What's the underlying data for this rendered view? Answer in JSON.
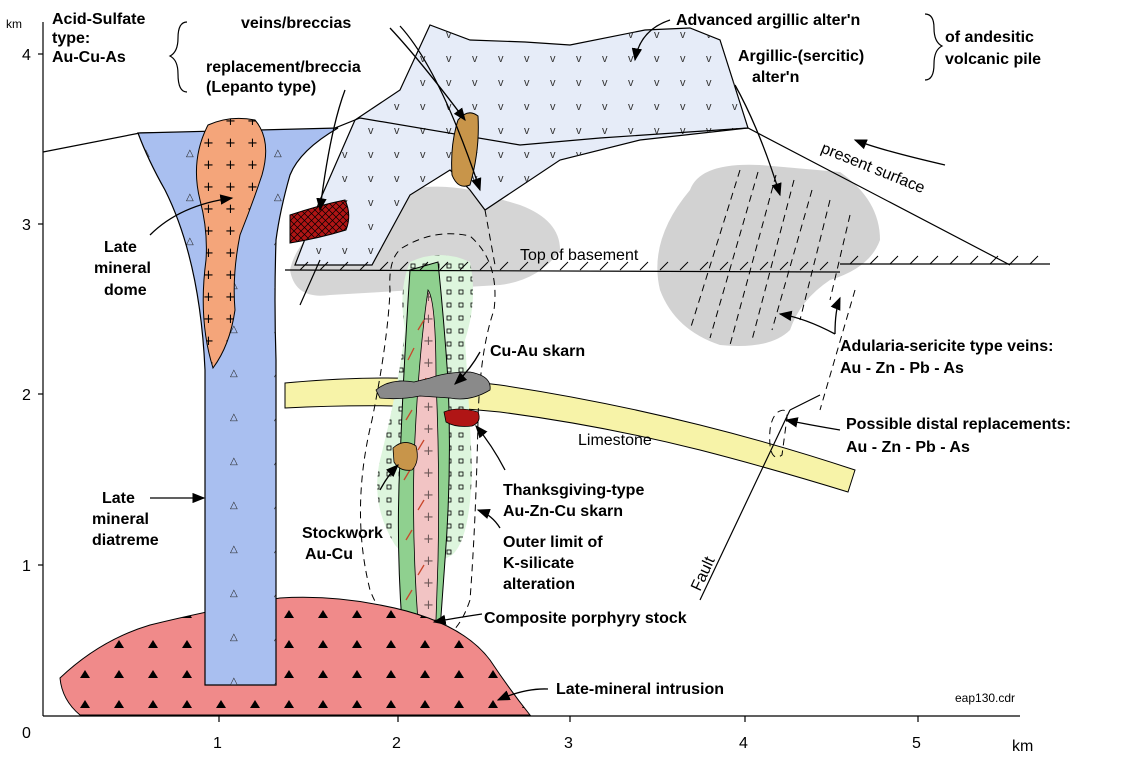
{
  "colors": {
    "acid_sulfate_zone": "#E6ECF8",
    "diatreme": "#A9BFF0",
    "dome": "#F4A57A",
    "replacement": "#B01515",
    "limestone": "#F7F3A8",
    "porphyry_stock": "#8FD08F",
    "stock_core": "#F2C4C4",
    "k_silicate_halo": "#DDF5DD",
    "intrusion": "#F08A8A",
    "skarn": "#8A8A8A",
    "adularia_zone": "#D2D2D2",
    "veins": "#C8954A"
  },
  "axes": {
    "y_unit": "km",
    "x_unit": "km",
    "origin": "0",
    "x_ticks": [
      "1",
      "2",
      "3",
      "4",
      "5"
    ],
    "y_ticks": [
      "1",
      "2",
      "3",
      "4"
    ]
  },
  "labels": {
    "acid_sulfate": [
      "Acid-Sulfate",
      "type:",
      "Au-Cu-As"
    ],
    "veins_breccias": "veins/breccias",
    "replacement_breccia": [
      "replacement/breccia",
      "(Lepanto type)"
    ],
    "advanced_argillic": "Advanced argillic alter'n",
    "andesitic_pile": [
      "of andesitic",
      "volcanic pile"
    ],
    "argillic": [
      "Argillic-(sercitic)",
      "alter'n"
    ],
    "present_surface": "present surface",
    "top_basement": "Top of basement",
    "late_mineral_dome": [
      "Late",
      "mineral",
      "dome"
    ],
    "cu_au_skarn": "Cu-Au skarn",
    "adularia_veins": [
      "Adularia-sericite type veins:",
      "Au - Zn - Pb - As"
    ],
    "distal_replacements": [
      "Possible distal replacements:",
      "Au - Zn - Pb - As"
    ],
    "limestone": "Limestone",
    "thanksgiving": [
      "Thanksgiving-type",
      "Au-Zn-Cu skarn"
    ],
    "late_mineral_diatreme": [
      "Late",
      "mineral",
      "diatreme"
    ],
    "stockwork": [
      "Stockwork",
      "Au-Cu"
    ],
    "outer_limit": [
      "Outer limit of",
      "K-silicate",
      "alteration"
    ],
    "fault": "Fault",
    "porphyry_stock": "Composite porphyry stock",
    "late_mineral_intrusion": "Late-mineral intrusion",
    "file_name": "eap130.cdr"
  }
}
